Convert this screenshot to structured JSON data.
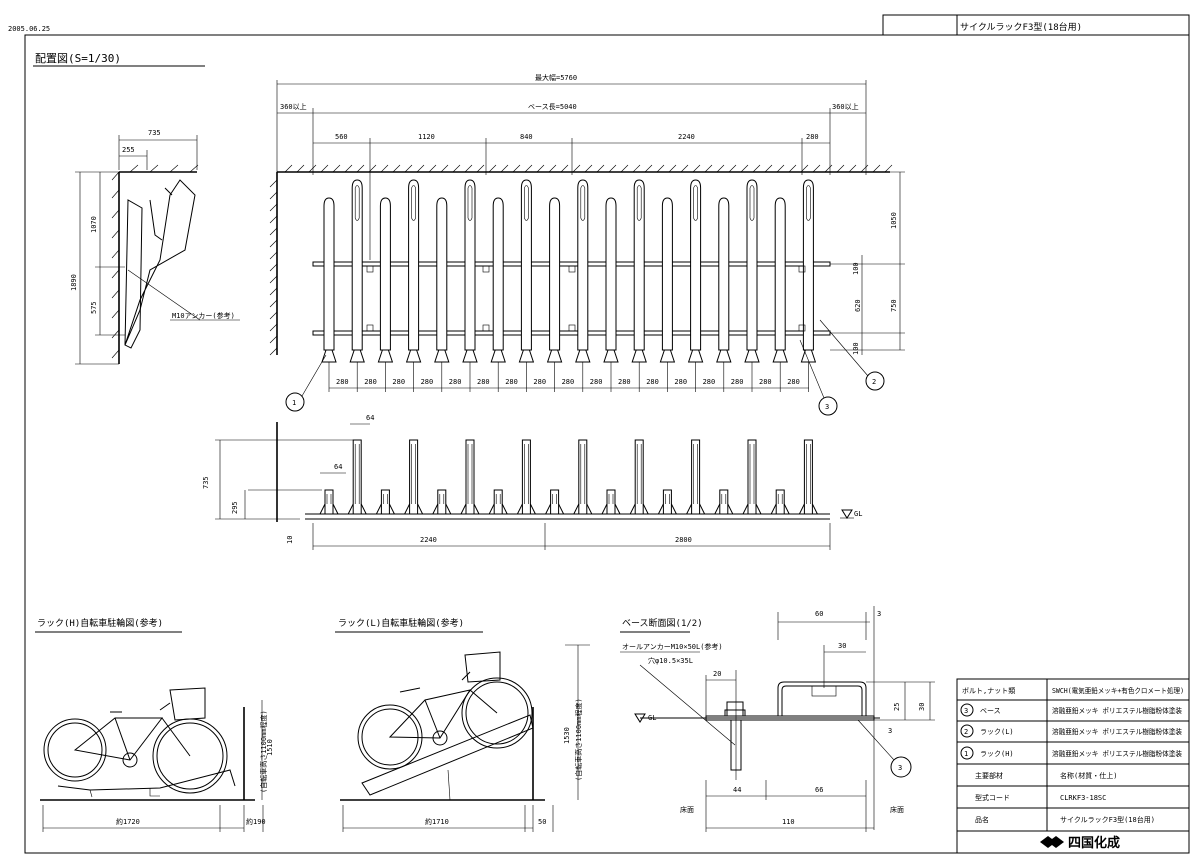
{
  "header": {
    "date": "2005.06.25",
    "sheet_title": "サイクルラックF3型(18台用)"
  },
  "plan": {
    "title": "配置図(S=1/30)",
    "dim_total": "最大幅=5760",
    "dim_base": "ベース長=5040",
    "dim_left_margin": "360以上",
    "dim_right_margin": "360以上",
    "dim_segments": [
      "560",
      "1120",
      "840",
      "2240",
      "280"
    ],
    "dim_pitch": [
      "280",
      "280",
      "280",
      "280",
      "280",
      "280",
      "280",
      "280",
      "280",
      "280",
      "280",
      "280",
      "280",
      "280",
      "280",
      "280",
      "280"
    ],
    "dim_right": [
      "1050",
      "100",
      "620",
      "750",
      "100"
    ],
    "balloons": [
      "1",
      "2",
      "3"
    ]
  },
  "side": {
    "dim_top": "735",
    "dim_top2": "255",
    "dim_v": [
      "1070",
      "1890",
      "575"
    ],
    "anchor_note": "M10アンカー(参考)"
  },
  "elevation": {
    "dim_post": "64",
    "dim_post2": "64",
    "dim_h": [
      "735",
      "295"
    ],
    "dim_base": "10",
    "dim_bottom": [
      "2240",
      "2800"
    ],
    "gl": "GL"
  },
  "diag_high": {
    "title": "ラック(H)自転車駐輪図(参考)",
    "dim_len": "約1720",
    "dim_gap": "約190",
    "dim_h": "1510",
    "note": "(自転車高さ1100mm程度)"
  },
  "diag_low": {
    "title": "ラック(L)自転車駐輪図(参考)",
    "dim_len": "約1710",
    "dim_gap": "50",
    "dim_h": "1530",
    "note": "(自転車高さ1100mm程度)"
  },
  "detail": {
    "title": "ベース断面図(1/2)",
    "note1": "オールアンカーM10×50L(参考)",
    "note2": "穴φ10.5×35L",
    "dims": [
      "60",
      "3",
      "30",
      "20",
      "25",
      "30",
      "3",
      "44",
      "66",
      "110"
    ],
    "gl": "GL",
    "side_labels": [
      "床面",
      "床面"
    ],
    "balloon": "3"
  },
  "title_block": {
    "rows": [
      {
        "left": "ボルト,ナット類",
        "right": "SWCH(電気亜鉛メッキ+有色クロメート処理)"
      },
      {
        "num": "3",
        "left": "ベース",
        "right": "溶融亜鉛メッキ\nポリエステル樹脂粉体塗装"
      },
      {
        "num": "2",
        "left": "ラック(L)",
        "right": "溶融亜鉛メッキ\nポリエステル樹脂粉体塗装"
      },
      {
        "num": "1",
        "left": "ラック(H)",
        "right": "溶融亜鉛メッキ\nポリエステル樹脂粉体塗装"
      },
      {
        "left": "主要部材",
        "right": "名称(材質・仕上)"
      },
      {
        "left": "型式コード",
        "right": "CLRKF3-18SC"
      },
      {
        "left": "品名",
        "right": "サイクルラックF3型(18台用)"
      }
    ],
    "logo_text": "四国化成"
  }
}
